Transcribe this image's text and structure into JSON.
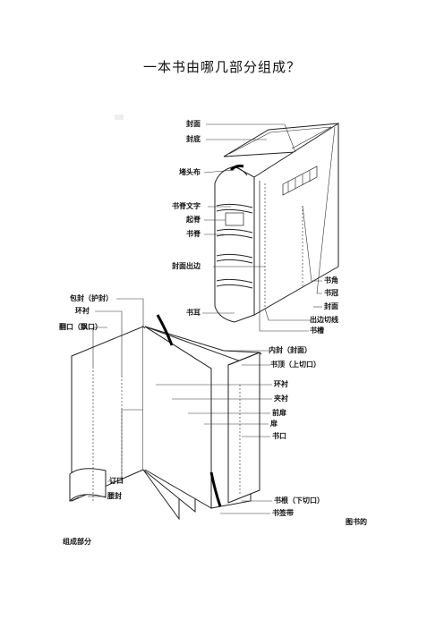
{
  "page": {
    "title": "一本书由哪几部分组成？"
  },
  "diagram": {
    "top_book_labels": {
      "cover": "封面",
      "back_cover": "封底",
      "headband": "堵头布",
      "spine_text": "书脊文字",
      "raised_band": "起脊",
      "spine": "书脊",
      "cover_overhang": "封面出边",
      "hinge": "书耳",
      "corner": "书角",
      "crown": "书冠",
      "cover_right": "封面",
      "overhang_line": "出边切线",
      "groove": "书槽"
    },
    "bottom_book_labels": {
      "dust_jacket": "包封（护封）",
      "endpaper_left": "环衬",
      "fore_edge_left": "翻口（飘口）",
      "inner_cover": "内封（封面）",
      "top_edge": "书顶（上切口）",
      "endpaper_right": "环衬",
      "flyleaf": "夹衬",
      "front_matter": "前扉",
      "title_page": "扉",
      "fore_edge": "书口",
      "gutter": "订口",
      "belly_band": "腰封",
      "tail_edge": "书根（下切口）",
      "bookmark_ribbon": "书签带"
    },
    "caption_line1": "图书的",
    "caption_line2": "组成部分"
  }
}
